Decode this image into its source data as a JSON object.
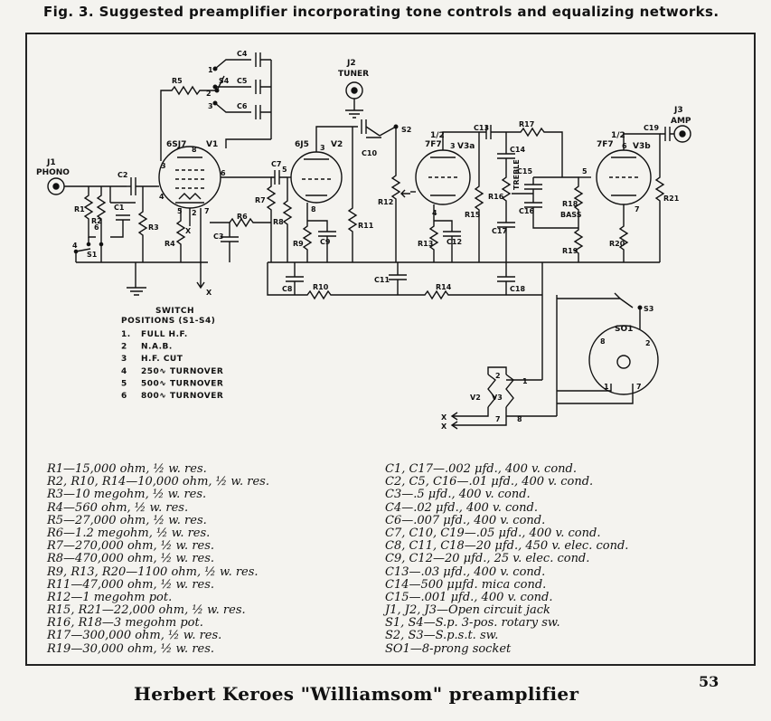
{
  "figure": {
    "caption": "Fig. 3.  Suggested preamplifier incorporating tone controls and equalizing networks."
  },
  "schematic": {
    "labels": {
      "j1": "J1",
      "phono": "PHONO",
      "j2": "J2",
      "tuner": "TUNER",
      "j3": "J3",
      "amp": "AMP",
      "t1_half": "",
      "t1_name": "6SJ7",
      "t1_unit": "V1",
      "t2_name": "6J5",
      "t2_unit": "V2",
      "t3_half": "1/2",
      "t3_name": "7F7",
      "t3_unit": "V3a",
      "t4_half": "1/2",
      "t4_name": "7F7",
      "t4_unit": "V3b",
      "r1": "R1",
      "r2": "R2",
      "r3": "R3",
      "r4": "R4",
      "r5": "R5",
      "r6": "R6",
      "r7": "R7",
      "r8": "R8",
      "r9": "R9",
      "r10": "R10",
      "r11": "R11",
      "r12": "R12",
      "r13": "R13",
      "r14": "R14",
      "r15": "R15",
      "r16": "R16",
      "r17": "R17",
      "r18": "R18",
      "r19": "R19",
      "r20": "R20",
      "r21": "R21",
      "c1": "C1",
      "c2": "C2",
      "c3": "C3",
      "c4": "C4",
      "c5": "C5",
      "c6": "C6",
      "c7": "C7",
      "c8": "C8",
      "c9": "C9",
      "c10": "C10",
      "c11": "C11",
      "c12": "C12",
      "c13": "C13",
      "c14": "C14",
      "c15": "C15",
      "c16": "C16",
      "c17": "C17",
      "c18": "C18",
      "c19": "C19",
      "s1": "S1",
      "s2": "S2",
      "s3": "S3",
      "s4": "S4",
      "so1": "SO1",
      "treble": "TREBLE",
      "bass": "BASS",
      "v2": "V2",
      "v3": "V3",
      "x": "X",
      "pin1": "1",
      "pin2": "2",
      "pin3": "3",
      "pin4": "4",
      "pin5": "5",
      "pin6": "6",
      "pin7": "7",
      "pin8": "8"
    },
    "switch_positions": {
      "title": "SWITCH",
      "subtitle": "POSITIONS (S1-S4)",
      "items": [
        {
          "num": "1.",
          "text": "FULL H.F."
        },
        {
          "num": "2",
          "text": "N.A.B."
        },
        {
          "num": "3",
          "text": "H.F. CUT"
        },
        {
          "num": "4",
          "text": "250∿ TURNOVER"
        },
        {
          "num": "5",
          "text": "500∿ TURNOVER"
        },
        {
          "num": "6",
          "text": "800∿ TURNOVER"
        }
      ]
    }
  },
  "parts_list": {
    "left": [
      "R1—15,000 ohm, ½ w. res.",
      "R2, R10, R14—10,000 ohm, ½ w. res.",
      "R3—10 megohm, ½ w. res.",
      "R4—560 ohm, ½ w. res.",
      "R5—27,000 ohm, ½ w. res.",
      "R6—1.2 megohm, ½ w. res.",
      "R7—270,000 ohm, ½ w. res.",
      "R8—470,000 ohm, ½ w. res.",
      "R9, R13, R20—1100 ohm, ½ w. res.",
      "R11—47,000 ohm, ½ w. res.",
      "R12—1 megohm pot.",
      "R15, R21—22,000 ohm, ½ w. res.",
      "R16, R18—3 megohm pot.",
      "R17—300,000 ohm, ½ w. res.",
      "R19—30,000 ohm, ½ w. res."
    ],
    "right": [
      "C1, C17—.002 μfd., 400 v. cond.",
      "C2, C5, C16—.01 μfd., 400 v. cond.",
      "C3—.5 μfd., 400 v. cond.",
      "C4—.02 μfd., 400 v. cond.",
      "C6—.007 μfd., 400 v. cond.",
      "C7, C10, C19—.05 μfd., 400 v. cond.",
      "C8, C11, C18—20 μfd., 450 v. elec. cond.",
      "C9, C12—20 μfd., 25 v. elec. cond.",
      "C13—.03 μfd., 400 v. cond.",
      "C14—500 μμfd. mica cond.",
      "C15—.001 μfd., 400 v. cond.",
      "J1, J2, J3—Open circuit jack",
      "S1, S4—S.p. 3-pos. rotary sw.",
      "S2, S3—S.p.s.t. sw.",
      "SO1—8-prong socket"
    ]
  },
  "footer": {
    "title": "Herbert Keroes \"Williamsom\" preamplifier",
    "page_number": "53"
  }
}
